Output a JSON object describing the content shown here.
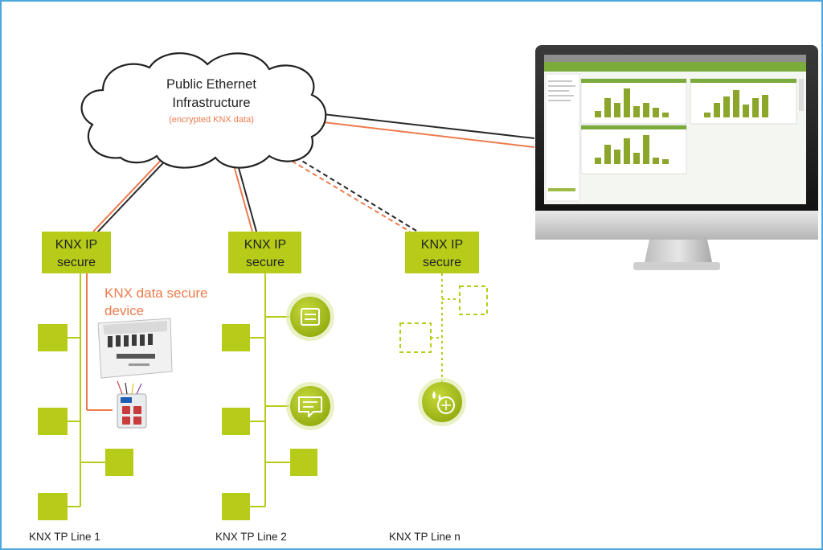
{
  "cloud": {
    "line1": "Public Ethernet",
    "line2": "Infrastructure",
    "note": "(encrypted KNX data)"
  },
  "couplers": [
    {
      "line1": "KNX IP",
      "line2": "secure"
    },
    {
      "line1": "KNX IP",
      "line2": "secure"
    },
    {
      "line1": "KNX IP",
      "line2": "secure"
    }
  ],
  "secure_device_label": {
    "line1": "KNX data secure",
    "line2": "device"
  },
  "tp_lines": [
    "KNX TP Line 1",
    "KNX TP Line 2",
    "KNX TP Line n"
  ],
  "icons": [
    "panel-icon",
    "message-icon",
    "weather-sensor-icon"
  ],
  "colors": {
    "knx_green": "#b7cc18",
    "secure_orange": "#ee7b4d",
    "link_dark": "#2a2a2a",
    "frame_blue": "#4ea6e0"
  }
}
